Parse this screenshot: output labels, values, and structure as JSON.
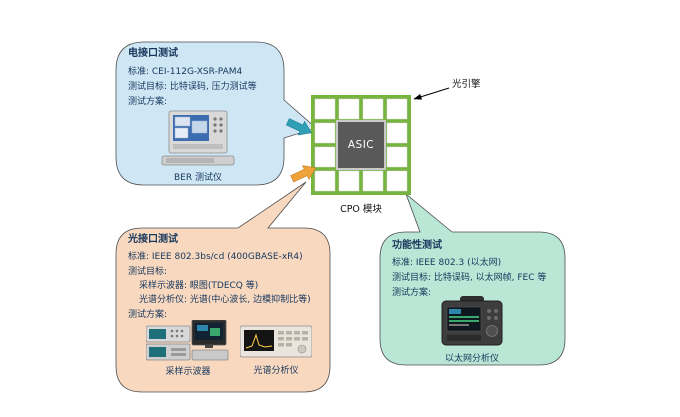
{
  "center": {
    "asic_label": "ASIC",
    "module_label": "CPO 模块",
    "engine_label": "光引擎"
  },
  "electrical": {
    "title": "电接口测试",
    "standard": "标准: CEI-112G-XSR-PAM4",
    "target": "测试目标: 比特误码, 压力测试等",
    "plan": "测试方案:",
    "instrument": "BER 测试仪"
  },
  "optical": {
    "title": "光接口测试",
    "standard": "标准: IEEE 802.3bs/cd (400GBASE-xR4)",
    "target": "测试目标:",
    "items": [
      "采样示波器: 眼图(TDECQ 等)",
      "光谱分析仪: 光谱(中心波长, 边模抑制比等)"
    ],
    "plan": "测试方案:",
    "instruments": [
      "采样示波器",
      "光谱分析仪"
    ]
  },
  "functional": {
    "title": "功能性测试",
    "standard": "标准: IEEE 802.3 (以太网)",
    "target": "测试目标: 比特误码, 以太网帧, FEC 等",
    "plan": "测试方案:",
    "instrument": "以太网分析仪"
  },
  "colors": {
    "electrical_bubble": "#cfe7f5",
    "optical_bubble": "#f8d9c0",
    "functional_bubble": "#b9e6d5",
    "module_green": "#77b43f",
    "asic_gray": "#595959",
    "arrow_teal": "#2f9fb5",
    "arrow_orange": "#f0a23a",
    "text": "#16365c"
  }
}
